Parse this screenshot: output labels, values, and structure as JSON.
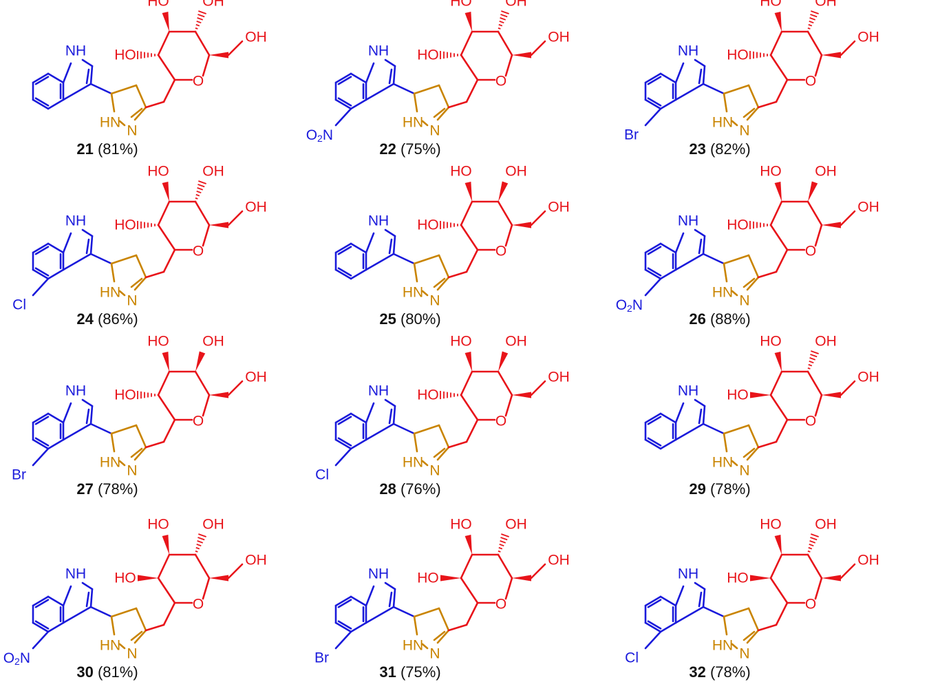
{
  "colors": {
    "indole": "#1a1adb",
    "pyrazoline": "#c98400",
    "sugar": "#e8141a",
    "caption": "#111111"
  },
  "labels": {
    "NH_indole": "NH",
    "HN_pyrazoline": "HN",
    "N": "N",
    "O_ring": "O",
    "HO": "HO",
    "OH": "OH"
  },
  "compounds": [
    {
      "id": "21",
      "yield": "(81%)",
      "substituent": "",
      "c2": "hash",
      "c3": "bold",
      "c4": "hash",
      "sugar_label": ""
    },
    {
      "id": "22",
      "yield": "(75%)",
      "substituent": "O2N",
      "c2": "hash",
      "c3": "bold",
      "c4": "hash"
    },
    {
      "id": "23",
      "yield": "(82%)",
      "substituent": "Br",
      "c2": "hash",
      "c3": "bold",
      "c4": "hash"
    },
    {
      "id": "24",
      "yield": "(86%)",
      "substituent": "Cl",
      "c2": "hash",
      "c3": "bold",
      "c4": "hash"
    },
    {
      "id": "25",
      "yield": "(80%)",
      "substituent": "",
      "c2": "hash",
      "c3": "bold",
      "c4": "bold"
    },
    {
      "id": "26",
      "yield": "(88%)",
      "substituent": "O2N",
      "c2": "hash",
      "c3": "bold",
      "c4": "bold"
    },
    {
      "id": "27",
      "yield": "(78%)",
      "substituent": "Br",
      "c2": "hash",
      "c3": "bold",
      "c4": "bold"
    },
    {
      "id": "28",
      "yield": "(76%)",
      "substituent": "Cl",
      "c2": "hash",
      "c3": "bold",
      "c4": "bold"
    },
    {
      "id": "29",
      "yield": "(78%)",
      "substituent": "",
      "c2": "bold",
      "c3": "bold",
      "c4": "hash"
    },
    {
      "id": "30",
      "yield": "(81%)",
      "substituent": "O2N",
      "c2": "bold",
      "c3": "bold",
      "c4": "hash"
    },
    {
      "id": "31",
      "yield": "(75%)",
      "substituent": "Br",
      "c2": "bold",
      "c3": "bold",
      "c4": "hash"
    },
    {
      "id": "32",
      "yield": "(78%)",
      "substituent": "Cl",
      "c2": "bold",
      "c3": "bold",
      "c4": "hash"
    }
  ]
}
